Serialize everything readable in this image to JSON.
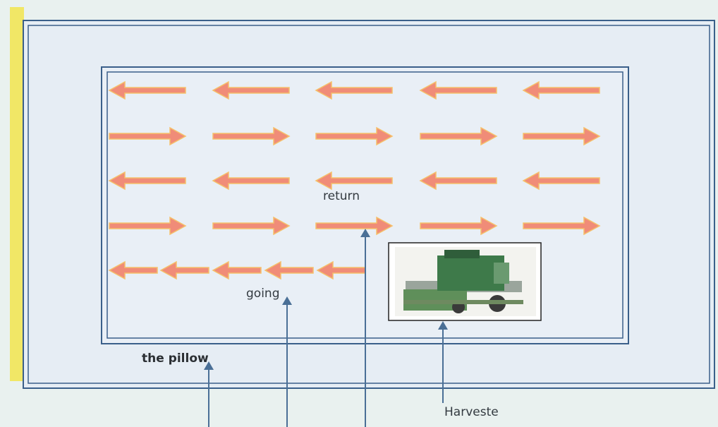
{
  "labels": {
    "pillow": "the pillow",
    "going": "going",
    "return": "return",
    "harvester": "Harveste"
  },
  "path_rows": [
    "left",
    "right",
    "left",
    "right",
    "left"
  ],
  "colors": {
    "background": "#e9f1ef",
    "field": "#e8eef5",
    "border": "#3a5f8a",
    "arrow_fill": "#f08c78",
    "arrow_edge": "#f5c06a",
    "pointer": "#4a6f96",
    "side_band": "#f1e766"
  },
  "icons": {
    "field_arrow": "arrow-icon",
    "pointer": "up-arrow-icon",
    "harvester": "combine-harvester-photo"
  }
}
